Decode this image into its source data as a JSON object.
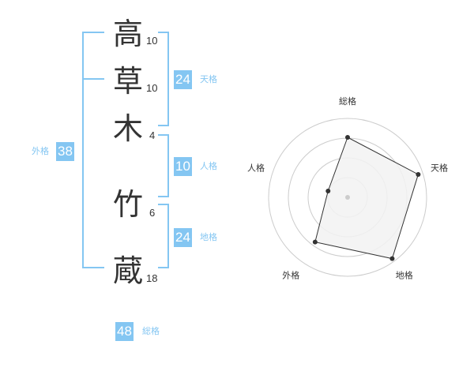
{
  "name": {
    "characters": [
      {
        "char": "高",
        "strokes": "10"
      },
      {
        "char": "草",
        "strokes": "10"
      },
      {
        "char": "木",
        "strokes": "4"
      },
      {
        "char": "竹",
        "strokes": "6"
      },
      {
        "char": "蔵",
        "strokes": "18"
      }
    ]
  },
  "scores": {
    "tenkaku": {
      "value": "24",
      "label": "天格"
    },
    "jinkaku": {
      "value": "10",
      "label": "人格"
    },
    "chikaku": {
      "value": "24",
      "label": "地格"
    },
    "gaikaku": {
      "value": "38",
      "label": "外格"
    },
    "soukaku": {
      "value": "48",
      "label": "総格"
    }
  },
  "colors": {
    "accent": "#84c6f2",
    "text": "#333333",
    "grid": "#cccccc",
    "polygon_fill": "#f2f2f2",
    "polygon_stroke": "#333333"
  },
  "chart_data": {
    "type": "radar",
    "axes": [
      "総格",
      "天格",
      "地格",
      "外格",
      "人格"
    ],
    "values": [
      0.76,
      0.94,
      0.96,
      0.7,
      0.26
    ],
    "range": [
      0,
      1
    ],
    "rings": 4
  }
}
